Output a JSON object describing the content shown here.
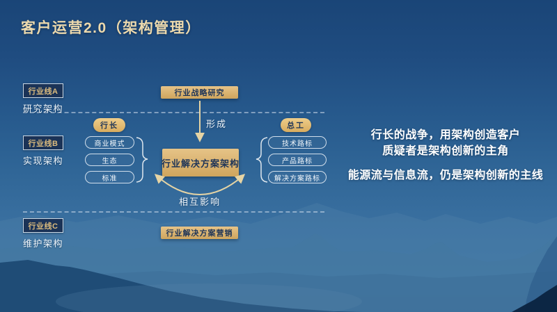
{
  "title": "客户运营2.0（架构管理）",
  "lanes": [
    {
      "label": "行业线A",
      "sublabel": "研究架构"
    },
    {
      "label": "行业线B",
      "sublabel": "实现架构"
    },
    {
      "label": "行业线C",
      "sublabel": "维护架构"
    }
  ],
  "diagram": {
    "strategy_box": "行业战略研究",
    "form_arrow_label": "形成",
    "architecture_box": "行业解决方案架构",
    "marketing_box": "行业解决方案营销",
    "mutual_label": "相互影响",
    "left_role": "行长",
    "left_items": [
      "商业模式",
      "生态",
      "标准"
    ],
    "right_role": "总工",
    "right_items": [
      "技术路标",
      "产品路标",
      "解决方案路标"
    ]
  },
  "aside": {
    "line1": "行长的战争，用架构创造客户",
    "line2": "质疑者是架构创新的主角",
    "line3": "能源流与信息流，仍是架构创新的主线"
  },
  "colors": {
    "gold": "#d9b36b",
    "gold_light": "#eecd8a",
    "navy_tag": "#1b3357",
    "tag_text_gold": "#dcbc7e",
    "sky_top": "#1a4577",
    "sky_mid": "#306697",
    "arrow_cream": "#e6d4a4",
    "text_white": "#f2f7fb"
  }
}
